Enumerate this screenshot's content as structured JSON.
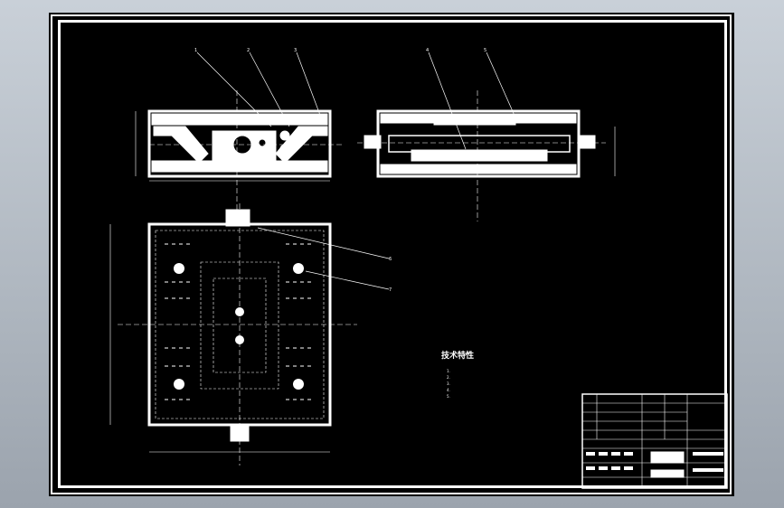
{
  "drawing": {
    "tech_title": "技术特性",
    "tech_notes": [
      "1.",
      "2.",
      "3.",
      "4.",
      "5."
    ],
    "callouts": [
      "1",
      "2",
      "3",
      "4",
      "5",
      "6",
      "7"
    ],
    "title_block": {
      "drawing_name": "",
      "scale": "",
      "sheet": ""
    },
    "colors": {
      "background": "#000000",
      "lines": "#ffffff",
      "window": "#b4bcc6"
    }
  }
}
